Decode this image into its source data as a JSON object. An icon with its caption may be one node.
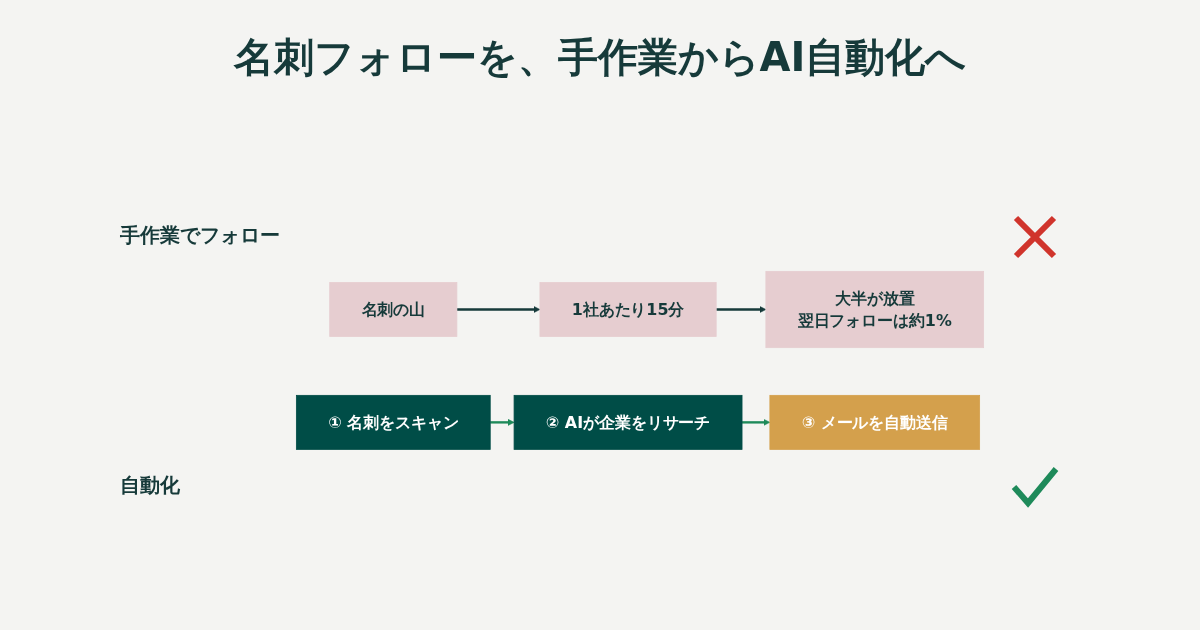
{
  "diagram": {
    "title": "名刺フォローを、手作業からAI自動化へ",
    "nodes": [
      {
        "text": [
          "名刺の山"
        ]
      },
      {
        "text": [
          "1社あたり15分"
        ]
      },
      {
        "text": [
          "大半が放置",
          "翌日フォローは約1%"
        ]
      },
      {
        "text": [
          "① 名刺をスキャン"
        ]
      },
      {
        "text": [
          "② AIが企業をリサーチ"
        ]
      },
      {
        "text": [
          "③ メールを自動送信"
        ]
      }
    ],
    "edges": [
      {
        "from": 0,
        "to": 1,
        "arrow": "to"
      },
      {
        "from": 1,
        "to": 2,
        "arrow": "to"
      },
      {
        "from": 3,
        "to": 4,
        "arrow": "to",
        "color": "#1e8a5a"
      },
      {
        "from": 4,
        "to": 5,
        "arrow": "to",
        "color": "#1e8a5a"
      }
    ],
    "labels": [
      "手作業でフォロー",
      "自動化"
    ]
  }
}
